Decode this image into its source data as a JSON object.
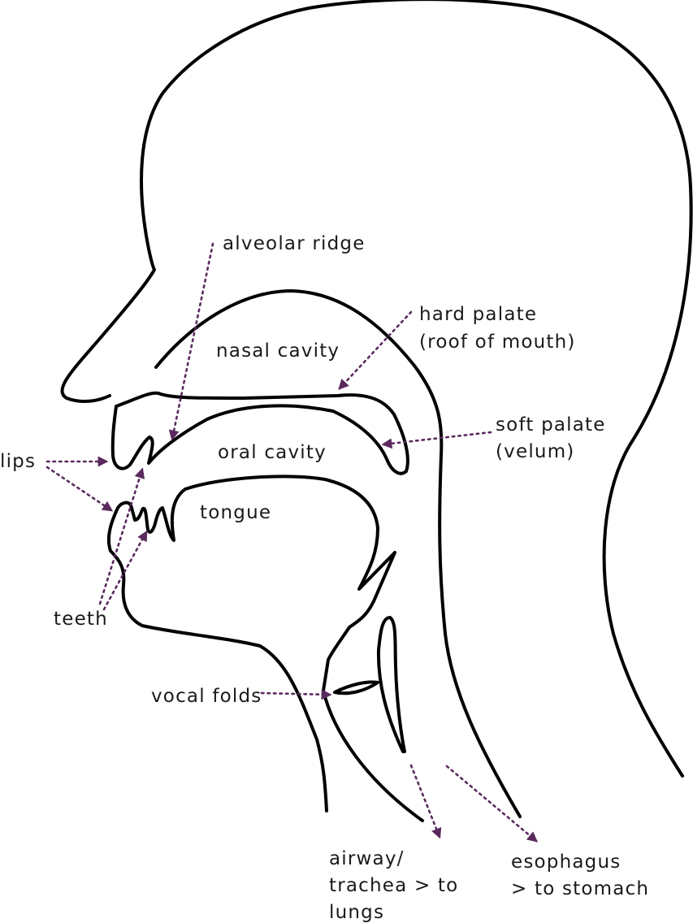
{
  "colors": {
    "outline": "#000000",
    "arrow": "#5a2a5e",
    "label": "#1a1a1a"
  },
  "labels": {
    "alveolar_ridge": "alveolar ridge",
    "hard_palate_1": "hard palate",
    "hard_palate_2": "(roof of mouth)",
    "nasal_cavity": "nasal cavity",
    "soft_palate_1": "soft palate",
    "soft_palate_2": "(velum)",
    "oral_cavity": "oral cavity",
    "lips": "lips",
    "tongue": "tongue",
    "teeth": "teeth",
    "vocal_folds": "vocal folds",
    "airway_1": "airway/",
    "airway_2": "trachea > to",
    "airway_3": "lungs",
    "esophagus_1": "esophagus",
    "esophagus_2": "> to stomach"
  }
}
